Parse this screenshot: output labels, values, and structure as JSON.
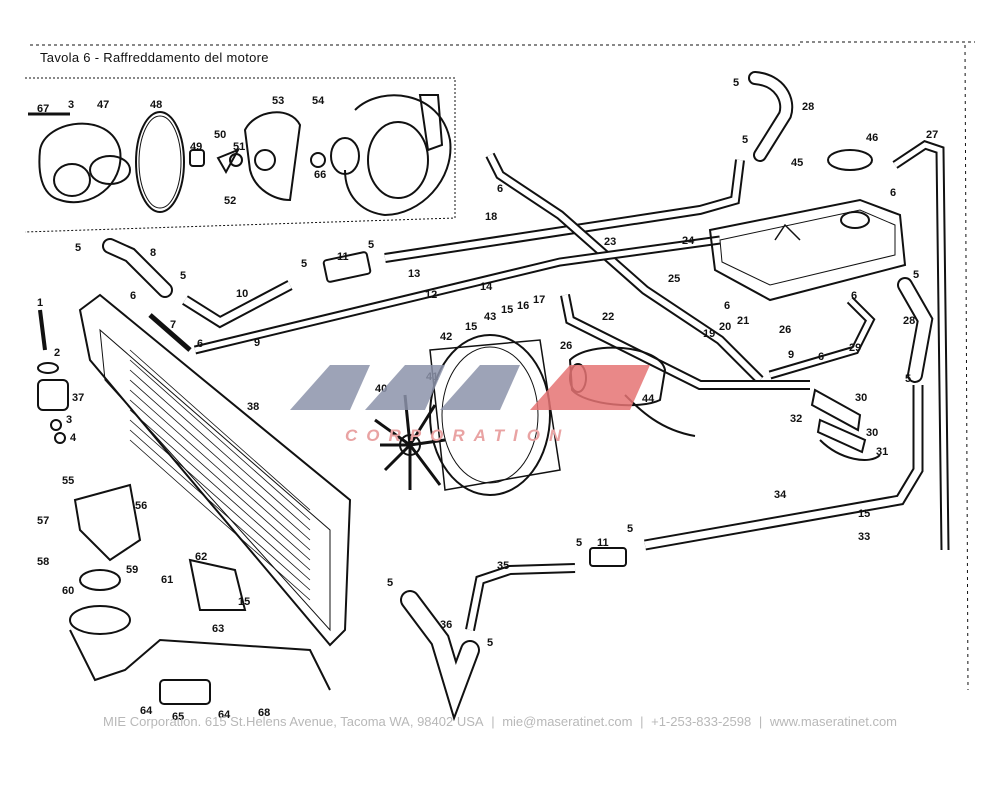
{
  "title": "Tavola  6 - Raffreddamento del motore",
  "watermark": {
    "text": "CORPORATION",
    "colors": {
      "logo": "#8c93aa",
      "accent": "#e57373"
    }
  },
  "footer": {
    "company": "MIE Corporation. 615 St.Helens Avenue, Tacoma WA, 98402 USA",
    "email": "mie@maseratinet.com",
    "phone": "+1-253-833-2598",
    "website": "www.maseratinet.com",
    "separator": "|"
  },
  "callouts": [
    {
      "id": "c67",
      "text": "67"
    },
    {
      "id": "c3a",
      "text": "3"
    },
    {
      "id": "c47",
      "text": "47"
    },
    {
      "id": "c48",
      "text": "48"
    },
    {
      "id": "c53",
      "text": "53"
    },
    {
      "id": "c54",
      "text": "54"
    },
    {
      "id": "c49",
      "text": "49"
    },
    {
      "id": "c50",
      "text": "50"
    },
    {
      "id": "c51",
      "text": "51"
    },
    {
      "id": "c66",
      "text": "66"
    },
    {
      "id": "c52",
      "text": "52"
    },
    {
      "id": "c5a",
      "text": "5"
    },
    {
      "id": "c28a",
      "text": "28"
    },
    {
      "id": "c5b",
      "text": "5"
    },
    {
      "id": "c46",
      "text": "46"
    },
    {
      "id": "c45",
      "text": "45"
    },
    {
      "id": "c27",
      "text": "27"
    },
    {
      "id": "c6a",
      "text": "6"
    },
    {
      "id": "c6b",
      "text": "6"
    },
    {
      "id": "c18",
      "text": "18"
    },
    {
      "id": "c23",
      "text": "23"
    },
    {
      "id": "c24",
      "text": "24"
    },
    {
      "id": "c25",
      "text": "25"
    },
    {
      "id": "c5c",
      "text": "5"
    },
    {
      "id": "c8",
      "text": "8"
    },
    {
      "id": "c5d",
      "text": "5"
    },
    {
      "id": "c10",
      "text": "10"
    },
    {
      "id": "c5e",
      "text": "5"
    },
    {
      "id": "c11a",
      "text": "11"
    },
    {
      "id": "c5f",
      "text": "5"
    },
    {
      "id": "c13",
      "text": "13"
    },
    {
      "id": "c12",
      "text": "12"
    },
    {
      "id": "c14",
      "text": "14"
    },
    {
      "id": "c6c",
      "text": "6"
    },
    {
      "id": "c5g",
      "text": "5"
    },
    {
      "id": "c6d",
      "text": "6"
    },
    {
      "id": "c28b",
      "text": "28"
    },
    {
      "id": "c1",
      "text": "1"
    },
    {
      "id": "c6e",
      "text": "6"
    },
    {
      "id": "c7",
      "text": "7"
    },
    {
      "id": "c9a",
      "text": "9"
    },
    {
      "id": "c6f",
      "text": "6"
    },
    {
      "id": "c42",
      "text": "42"
    },
    {
      "id": "c15a",
      "text": "15"
    },
    {
      "id": "c43",
      "text": "43"
    },
    {
      "id": "c15b",
      "text": "15"
    },
    {
      "id": "c16",
      "text": "16"
    },
    {
      "id": "c17",
      "text": "17"
    },
    {
      "id": "c22",
      "text": "22"
    },
    {
      "id": "c26a",
      "text": "26"
    },
    {
      "id": "c19",
      "text": "19"
    },
    {
      "id": "c20",
      "text": "20"
    },
    {
      "id": "c21",
      "text": "21"
    },
    {
      "id": "c26b",
      "text": "26"
    },
    {
      "id": "c2",
      "text": "2"
    },
    {
      "id": "c41",
      "text": "41"
    },
    {
      "id": "c9b",
      "text": "9"
    },
    {
      "id": "c6g",
      "text": "6"
    },
    {
      "id": "c29",
      "text": "29"
    },
    {
      "id": "c40",
      "text": "40"
    },
    {
      "id": "c37",
      "text": "37"
    },
    {
      "id": "c38",
      "text": "38"
    },
    {
      "id": "c44",
      "text": "44"
    },
    {
      "id": "c5h",
      "text": "5"
    },
    {
      "id": "c30a",
      "text": "30"
    },
    {
      "id": "c32",
      "text": "32"
    },
    {
      "id": "c30b",
      "text": "30"
    },
    {
      "id": "c3b",
      "text": "3"
    },
    {
      "id": "c4",
      "text": "4"
    },
    {
      "id": "c31",
      "text": "31"
    },
    {
      "id": "c55",
      "text": "55"
    },
    {
      "id": "c34",
      "text": "34"
    },
    {
      "id": "c56",
      "text": "56"
    },
    {
      "id": "c15c",
      "text": "15"
    },
    {
      "id": "c57",
      "text": "57"
    },
    {
      "id": "c33",
      "text": "33"
    },
    {
      "id": "c58",
      "text": "58"
    },
    {
      "id": "c5i",
      "text": "5"
    },
    {
      "id": "c11b",
      "text": "11"
    },
    {
      "id": "c5j",
      "text": "5"
    },
    {
      "id": "c62",
      "text": "62"
    },
    {
      "id": "c35",
      "text": "35"
    },
    {
      "id": "c59",
      "text": "59"
    },
    {
      "id": "c60",
      "text": "60"
    },
    {
      "id": "c61",
      "text": "61"
    },
    {
      "id": "c5k",
      "text": "5"
    },
    {
      "id": "c15d",
      "text": "15"
    },
    {
      "id": "c63",
      "text": "63"
    },
    {
      "id": "c36",
      "text": "36"
    },
    {
      "id": "c5l",
      "text": "5"
    },
    {
      "id": "c64a",
      "text": "64"
    },
    {
      "id": "c65",
      "text": "65"
    },
    {
      "id": "c64b",
      "text": "64"
    },
    {
      "id": "c68",
      "text": "68"
    }
  ]
}
